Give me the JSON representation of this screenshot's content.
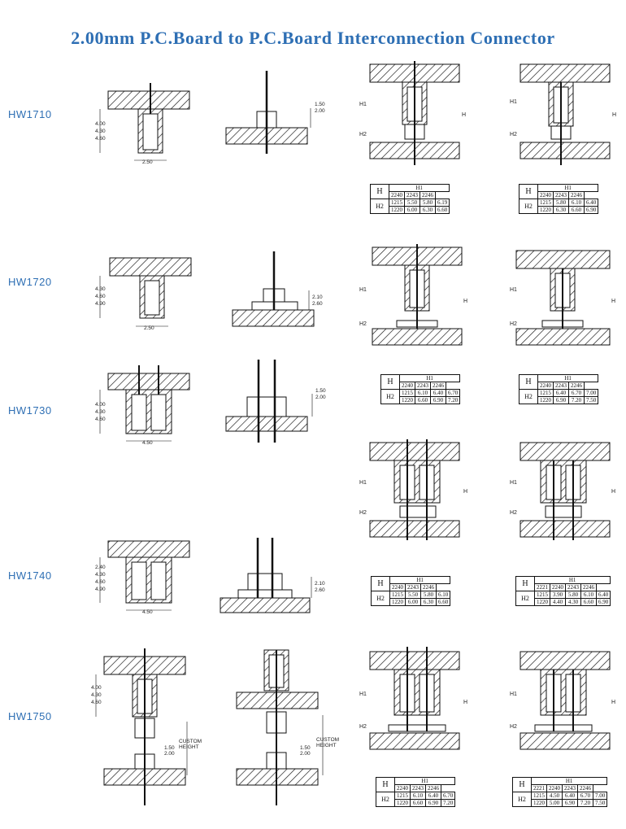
{
  "title": "2.00mm P.C.Board to P.C.Board Interconnection Connector",
  "accent_color": "#2e6fb4",
  "models": [
    {
      "label": "HW1710",
      "dims": [
        "4.00",
        "4.30",
        "4.60"
      ],
      "width": "2.50",
      "pin_dims": [
        "1.50",
        "2.00"
      ]
    },
    {
      "label": "HW1720",
      "dims": [
        "4.30",
        "4.60",
        "4.90"
      ],
      "width": "2.50",
      "pin_dims": [
        "2.10",
        "2.60"
      ]
    },
    {
      "label": "HW1730",
      "dims": [
        "4.00",
        "4.30",
        "4.60"
      ],
      "width": "4.50",
      "pin_dims": [
        "1.50",
        "2.00"
      ]
    },
    {
      "label": "HW1740",
      "dims": [
        "2.40",
        "4.30",
        "4.60",
        "4.90"
      ],
      "width": "4.50",
      "pin_dims": [
        "2.10",
        "2.60"
      ]
    },
    {
      "label": "HW1750",
      "dims": [
        "4.00",
        "4.30",
        "4.60"
      ],
      "pin_dims": [
        "1.50",
        "2.00"
      ],
      "custom_height": [
        "CUSTOM",
        "HEIGHT"
      ]
    }
  ],
  "dim_labels": {
    "h1": "H1",
    "h2": "H2",
    "h": "H"
  },
  "tables": [
    {
      "h": "H",
      "h1": "H1",
      "h2": "H2",
      "cols": [
        "2240",
        "2243",
        "2246"
      ],
      "rows": [
        {
          "code": "1215",
          "vals": [
            "5.50",
            "5.80",
            "6.19"
          ]
        },
        {
          "code": "1220",
          "vals": [
            "6.00",
            "6.30",
            "6.60"
          ]
        }
      ]
    },
    {
      "h": "H",
      "h1": "H1",
      "h2": "H2",
      "cols": [
        "2240",
        "2243",
        "2246"
      ],
      "rows": [
        {
          "code": "1215",
          "vals": [
            "5.80",
            "6.10",
            "6.40"
          ]
        },
        {
          "code": "1220",
          "vals": [
            "6.30",
            "6.60",
            "6.90"
          ]
        }
      ]
    },
    {
      "h": "H",
      "h1": "H1",
      "h2": "H2",
      "cols": [
        "2240",
        "2243",
        "2246"
      ],
      "rows": [
        {
          "code": "1215",
          "vals": [
            "6.10",
            "6.40",
            "6.70"
          ]
        },
        {
          "code": "1220",
          "vals": [
            "6.60",
            "6.90",
            "7.20"
          ]
        }
      ]
    },
    {
      "h": "H",
      "h1": "H1",
      "h2": "H2",
      "cols": [
        "2240",
        "2243",
        "2246"
      ],
      "rows": [
        {
          "code": "1215",
          "vals": [
            "6.40",
            "6.70",
            "7.00"
          ]
        },
        {
          "code": "1220",
          "vals": [
            "6.90",
            "7.20",
            "7.50"
          ]
        }
      ]
    },
    {
      "h": "H",
      "h1": "H1",
      "h2": "H2",
      "cols": [
        "2240",
        "2243",
        "2246"
      ],
      "rows": [
        {
          "code": "1215",
          "vals": [
            "5.50",
            "5.80",
            "6.10"
          ]
        },
        {
          "code": "1220",
          "vals": [
            "6.00",
            "6.30",
            "6.60"
          ]
        }
      ]
    },
    {
      "h": "H",
      "h1": "H1",
      "h2": "H2",
      "cols": [
        "2221",
        "2240",
        "2243",
        "2246"
      ],
      "rows": [
        {
          "code": "1215",
          "vals": [
            "3.90",
            "5.80",
            "6.10",
            "6.40"
          ]
        },
        {
          "code": "1220",
          "vals": [
            "4.40",
            "4.30",
            "6.60",
            "6.90"
          ]
        }
      ]
    },
    {
      "h": "H",
      "h1": "H1",
      "h2": "H2",
      "cols": [
        "2240",
        "2243",
        "2246"
      ],
      "rows": [
        {
          "code": "1215",
          "vals": [
            "6.10",
            "6.40",
            "6.70"
          ]
        },
        {
          "code": "1220",
          "vals": [
            "6.60",
            "6.90",
            "7.20"
          ]
        }
      ]
    },
    {
      "h": "H",
      "h1": "H1",
      "h2": "H2",
      "cols": [
        "2221",
        "2240",
        "2243",
        "2246"
      ],
      "rows": [
        {
          "code": "1215",
          "vals": [
            "4.50",
            "6.40",
            "6.70",
            "7.00"
          ]
        },
        {
          "code": "1220",
          "vals": [
            "5.00",
            "6.90",
            "7.20",
            "7.50"
          ]
        }
      ]
    }
  ]
}
